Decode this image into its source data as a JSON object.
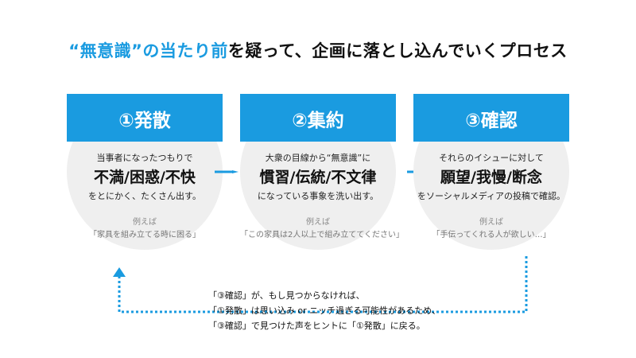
{
  "title": {
    "part1": "“無意識”の当たり前",
    "part2": "を疑って、企画に落とし込んでいくプロセス"
  },
  "steps": [
    {
      "label": "①発散",
      "line1": "当事者になったつもりで",
      "keywords": "不満/困惑/不快",
      "line3": "をとにかく、たくさん出す。",
      "example_heading": "例えば",
      "example": "「家具を組み立てる時に困る」"
    },
    {
      "label": "②集約",
      "line1": "大衆の目線から“無意識”に",
      "keywords": "慣習/伝統/不文律",
      "line3": "になっている事象を洗い出す。",
      "example_heading": "例えば",
      "example": "「この家具は2人以上で組み立ててください」"
    },
    {
      "label": "③確認",
      "line1": "それらのイシューに対して",
      "keywords": "願望/我慢/断念",
      "line3": "をソーシャルメディアの投稿で確認。",
      "example_heading": "例えば",
      "example": "「手伝ってくれる人が欲しい…」"
    }
  ],
  "feedback_note": [
    "「③確認」が、もし見つからなければ、",
    "「①発散」は思い込み or ニッチ過ぎる可能性があるため、",
    "「③確認」で見つけた声をヒントに「①発散」に戻る。"
  ],
  "colors": {
    "accent": "#1a9be0",
    "circle_bg": "#efefef",
    "text": "#111111",
    "example_text": "#777777"
  }
}
